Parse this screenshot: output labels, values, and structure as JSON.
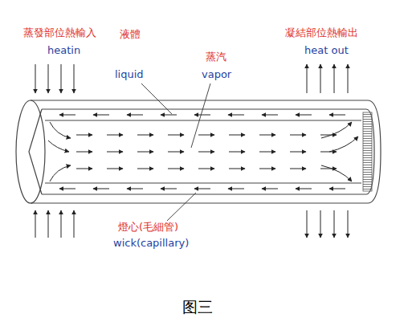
{
  "diagram": {
    "caption": "图三",
    "labels": [
      "蒸發部位熱輸入",
      "heatin",
      "液體",
      "liquid",
      "蒸汽",
      "vapor",
      "凝結部位熱輸出",
      "heat out",
      "燈心(毛細管)",
      "wick(capillary)"
    ]
  }
}
